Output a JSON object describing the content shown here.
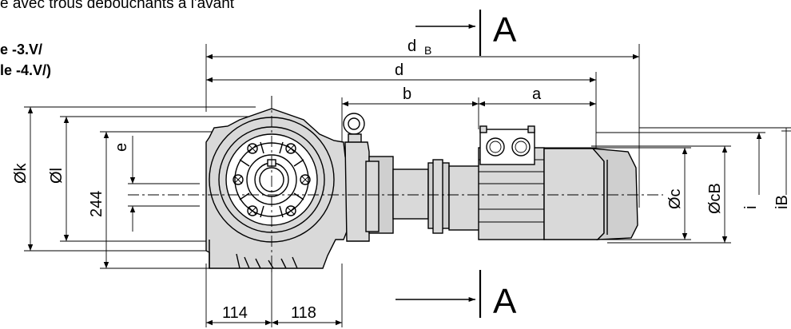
{
  "header": {
    "line1": "e avec trous débouchants à l'avant",
    "line2": "e -3.V/",
    "line3": "le -4.V/)"
  },
  "dimensions": {
    "dB_main": "d",
    "dB_sub": "B",
    "d": "d",
    "b": "b",
    "a": "a",
    "ok": "Øk",
    "ol": "Øl",
    "e": "e",
    "v244": "244",
    "oc": "Øc",
    "ocB": "ØcB",
    "i": "i",
    "iB": "iB",
    "h114": "114",
    "h118": "118"
  },
  "section": {
    "top_label": "A",
    "bottom_label": "A"
  }
}
